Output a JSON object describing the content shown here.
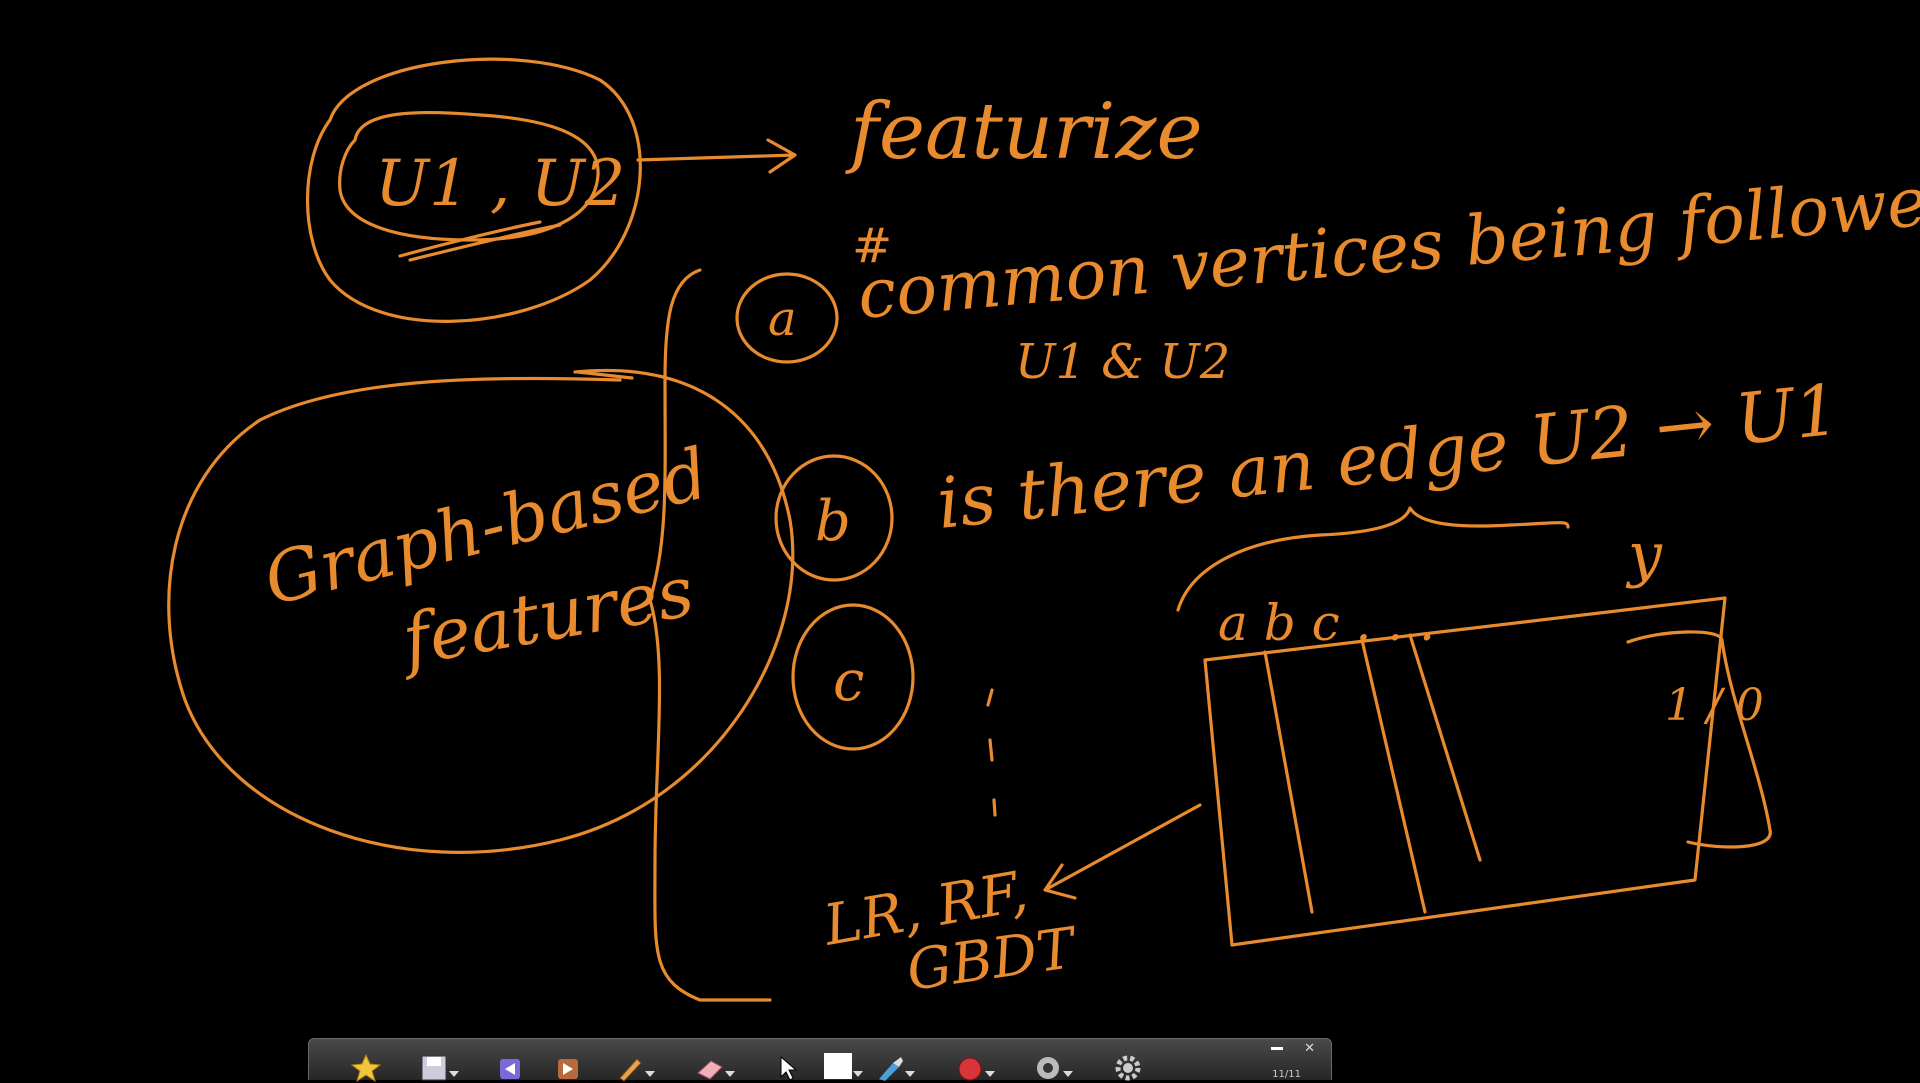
{
  "board": {
    "background": "#000000",
    "ink_color": "#e88a2e",
    "notes": {
      "pair": "U1 , U2",
      "featurize": "featurize",
      "hash": "#",
      "label_a": "a",
      "line_a": "common vertices being followed by both",
      "line_a2": "U1 & U2",
      "label_b": "b",
      "line_b": "is there an edge  U2 → U1",
      "label_c": "c",
      "graph_features_1": "Graph-based",
      "graph_features_2": "features",
      "table_cols": "a  b  c  . . .",
      "target_col": "y",
      "target_vals": "1 / 0",
      "models_1": "LR, RF,",
      "models_2": "GBDT"
    }
  },
  "toolbar": {
    "tools": [
      {
        "name": "favorites-tool-icon",
        "dropdown": false
      },
      {
        "name": "save-tool-icon",
        "dropdown": true
      },
      {
        "name": "undo-tool-icon",
        "dropdown": false
      },
      {
        "name": "redo-tool-icon",
        "dropdown": false
      },
      {
        "name": "pen-tool-icon",
        "dropdown": true
      },
      {
        "name": "eraser-tool-icon",
        "dropdown": true
      },
      {
        "name": "select-arrow-icon",
        "dropdown": false
      },
      {
        "name": "page-tool-icon",
        "dropdown": true
      },
      {
        "name": "highlighter-tool-icon",
        "dropdown": true
      },
      {
        "name": "record-tool-icon",
        "dropdown": true
      },
      {
        "name": "webcam-tool-icon",
        "dropdown": true
      },
      {
        "name": "settings-gear-icon",
        "dropdown": false
      }
    ],
    "page_indicator": "11/11"
  }
}
